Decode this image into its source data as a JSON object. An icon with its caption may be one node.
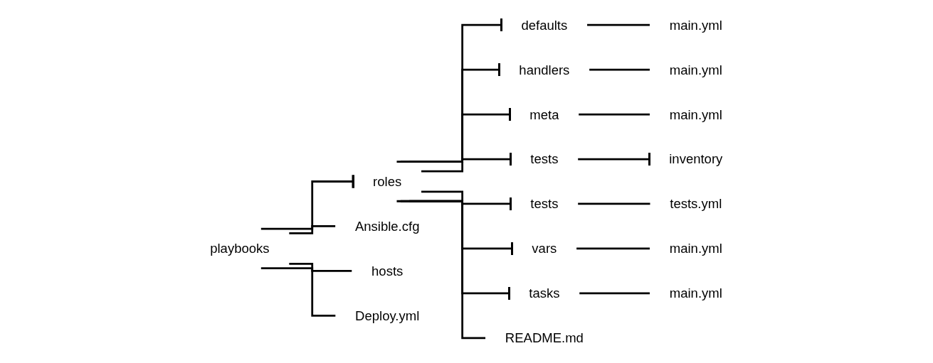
{
  "diagram": {
    "nodes": [
      {
        "text": [
          "playbooks"
        ]
      },
      {
        "text": [
          "roles"
        ]
      },
      {
        "text": [
          "Ansible.cfg"
        ]
      },
      {
        "text": [
          "hosts"
        ]
      },
      {
        "text": [
          "Deploy.yml"
        ]
      },
      {
        "text": [
          "defaults"
        ]
      },
      {
        "text": [
          "handlers"
        ]
      },
      {
        "text": [
          "meta"
        ]
      },
      {
        "text": [
          "tests"
        ]
      },
      {
        "text": [
          "tests"
        ]
      },
      {
        "text": [
          "vars"
        ]
      },
      {
        "text": [
          "tasks"
        ]
      },
      {
        "text": [
          "README.md"
        ]
      },
      {
        "text": [
          "main.yml"
        ]
      },
      {
        "text": [
          "main.yml"
        ]
      },
      {
        "text": [
          "main.yml"
        ]
      },
      {
        "text": [
          "inventory"
        ]
      },
      {
        "text": [
          "tests.yml"
        ]
      },
      {
        "text": [
          "main.yml"
        ]
      },
      {
        "text": [
          "main.yml"
        ]
      }
    ],
    "edges": [
      {
        "from": 0,
        "to": 1,
        "arrow": "other"
      },
      {
        "from": 0,
        "to": 2,
        "arrow": "none"
      },
      {
        "from": 0,
        "to": 3,
        "arrow": "none"
      },
      {
        "from": 0,
        "to": 4,
        "arrow": "none"
      },
      {
        "from": 1,
        "to": 5,
        "arrow": "other"
      },
      {
        "from": 1,
        "to": 6,
        "arrow": "other"
      },
      {
        "from": 1,
        "to": 7,
        "arrow": "other"
      },
      {
        "from": 1,
        "to": 8,
        "arrow": "other"
      },
      {
        "from": 1,
        "to": 9,
        "arrow": "other"
      },
      {
        "from": 1,
        "to": 10,
        "arrow": "other"
      },
      {
        "from": 1,
        "to": 11,
        "arrow": "other"
      },
      {
        "from": 1,
        "to": 12,
        "arrow": "none"
      },
      {
        "from": 5,
        "to": 13,
        "arrow": "none"
      },
      {
        "from": 6,
        "to": 14,
        "arrow": "none"
      },
      {
        "from": 7,
        "to": 15,
        "arrow": "none"
      },
      {
        "from": 8,
        "to": 16,
        "arrow": "other"
      },
      {
        "from": 9,
        "to": 17,
        "arrow": "none"
      },
      {
        "from": 10,
        "to": 18,
        "arrow": "none"
      },
      {
        "from": 11,
        "to": 19,
        "arrow": "none"
      }
    ]
  }
}
